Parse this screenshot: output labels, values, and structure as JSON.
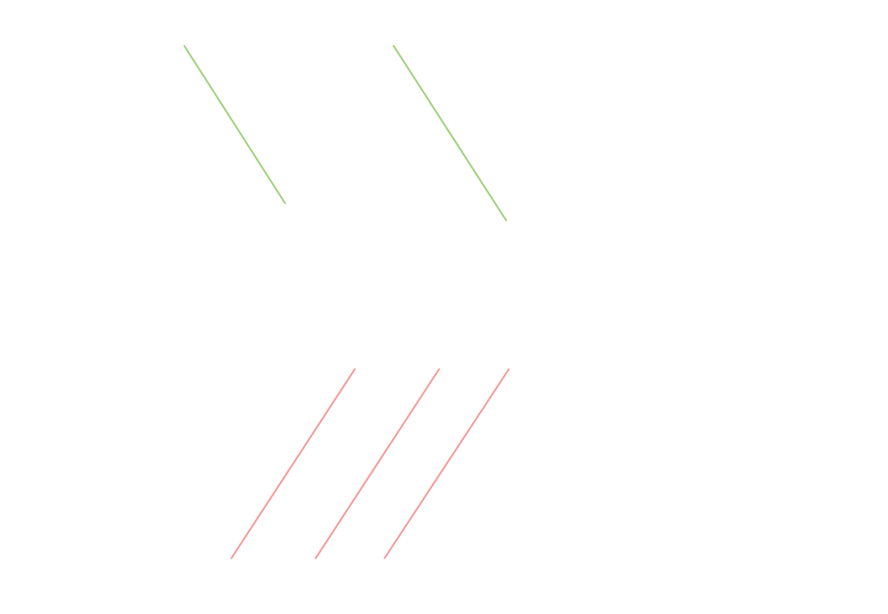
{
  "diagram": {
    "background": "#ffffff",
    "groups": [
      {
        "name": "green-lines",
        "color": "#9fd17e",
        "count": 2
      },
      {
        "name": "red-lines",
        "color": "#f59a9a",
        "count": 3
      }
    ]
  }
}
